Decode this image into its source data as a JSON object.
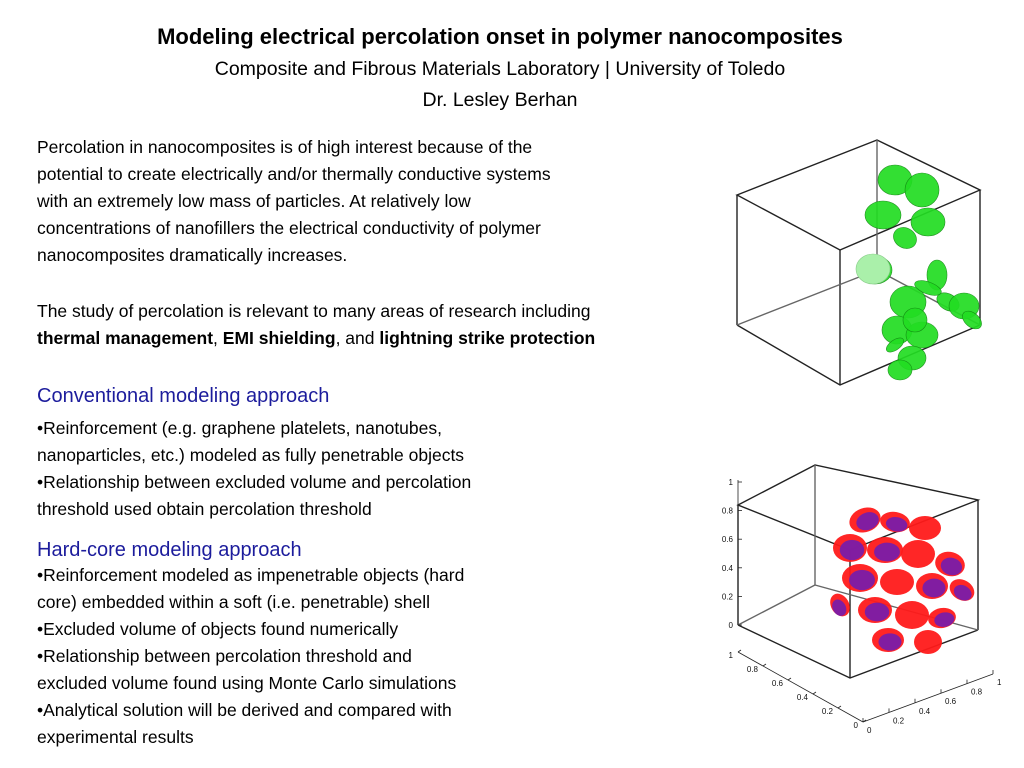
{
  "header": {
    "title": "Modeling electrical percolation onset in polymer nanocomposites",
    "lab": "Composite and Fibrous Materials Laboratory | University of Toledo",
    "author": "Dr. Lesley Berhan"
  },
  "intro": {
    "lines": [
      "Percolation in nanocomposites is of high interest because of the",
      "potential to create electrically and/or thermally conductive systems",
      "with an extremely low mass of particles.  At relatively low",
      "concentrations of nanofillers the electrical conductivity of polymer",
      "nanocomposites dramatically increases."
    ]
  },
  "study": {
    "line1": "The study of percolation is relevant to many areas of research including",
    "term1": "thermal management",
    "sep1": ", ",
    "term2": "EMI shielding",
    "sep2": ", and ",
    "term3": "lightning strike protection"
  },
  "sections": [
    {
      "heading": "Conventional modeling approach",
      "bullets": [
        [
          "•Reinforcement (e.g. graphene platelets, nanotubes,",
          "nanoparticles, etc.) modeled as fully penetrable objects"
        ],
        [
          "•Relationship between excluded volume and percolation",
          "threshold used obtain percolation threshold"
        ]
      ]
    },
    {
      "heading": "Hard-core modeling approach",
      "bullets": [
        [
          "•Reinforcement modeled as impenetrable objects  (hard",
          "core) embedded within a soft (i.e. penetrable) shell"
        ],
        [
          "•Excluded volume of objects found numerically"
        ],
        [
          "•Relationship between percolation threshold and",
          "excluded volume found using Monte Carlo simulations"
        ],
        [
          "•Analytical solution will be derived and compared with",
          "experimental results"
        ]
      ]
    }
  ],
  "figure_bottom": {
    "z_ticks": [
      "1",
      "0.8",
      "0.6",
      "0.4",
      "0.2",
      "0"
    ],
    "y_ticks": [
      "1",
      "0.8",
      "0.6",
      "0.4",
      "0.2",
      "0"
    ],
    "x_ticks": [
      "0",
      "0.2",
      "0.4",
      "0.6",
      "0.8",
      "1"
    ]
  },
  "colors": {
    "heading": "#1c1c9c",
    "green_platelet": "#22dd22",
    "red_shell": "#ff1a1a",
    "purple_core": "#7a1ca8"
  }
}
